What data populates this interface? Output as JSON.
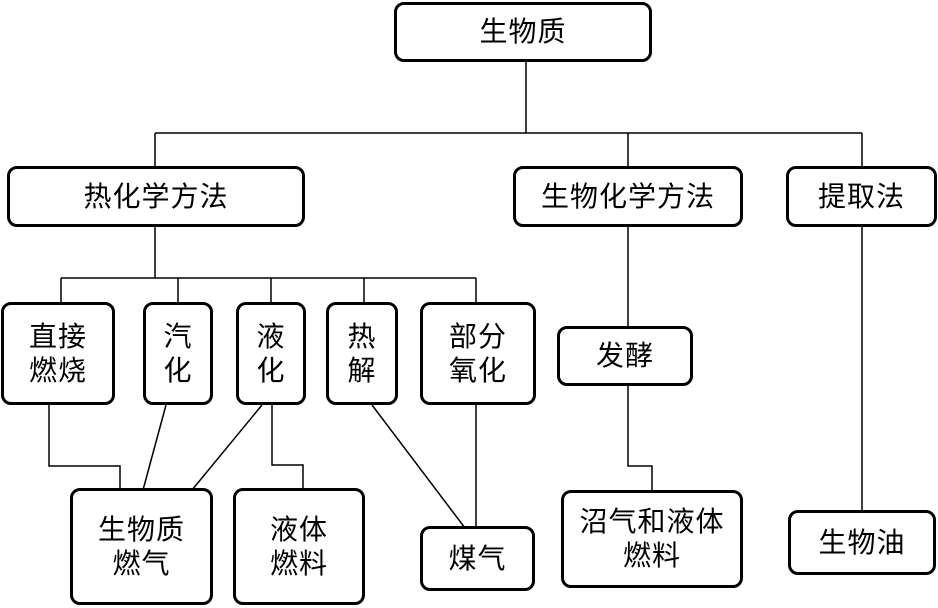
{
  "nodes": {
    "root": "生物质",
    "thermo": "热化学方法",
    "bio": "生物化学方法",
    "extract": "提取法",
    "direct": "直接\n燃烧",
    "gasify": "汽\n化",
    "liquefy": "液\n化",
    "pyrolysis": "热\n解",
    "partial": "部分\n氧化",
    "ferment": "发酵",
    "biogas": "生物质\n燃气",
    "liquid_fuel": "液体\n燃料",
    "coal_gas": "煤气",
    "marsh": "沼气和液体\n燃料",
    "bio_oil": "生物油"
  }
}
